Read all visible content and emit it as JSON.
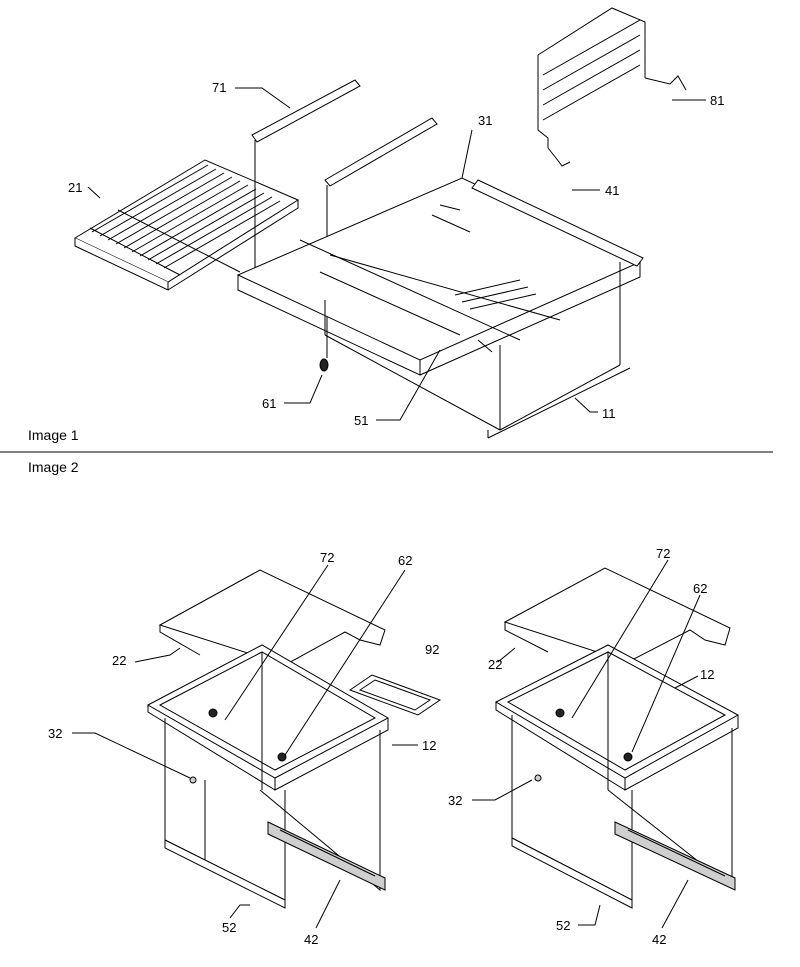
{
  "image1": {
    "caption": "Image 1",
    "callouts": {
      "c71": "71",
      "c81": "81",
      "c31": "31",
      "c21": "21",
      "c41": "41",
      "c61": "61",
      "c51": "51",
      "c11": "11"
    }
  },
  "image2": {
    "caption": "Image 2",
    "left": {
      "c72": "72",
      "c62": "62",
      "c92": "92",
      "c22": "22",
      "c12": "12",
      "c32": "32",
      "c52": "52",
      "c42": "42"
    },
    "right": {
      "c72": "72",
      "c62": "62",
      "c22": "22",
      "c12": "12",
      "c32": "32",
      "c52": "52",
      "c42": "42"
    }
  }
}
